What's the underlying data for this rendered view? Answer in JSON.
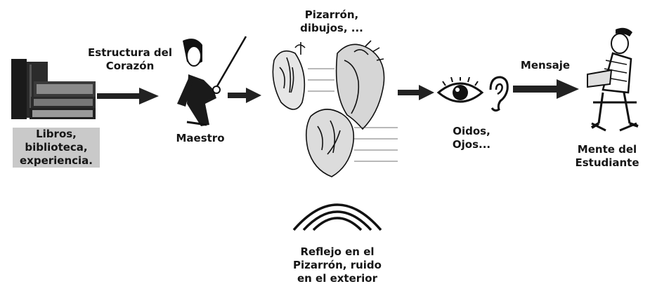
{
  "nodes": {
    "source": {
      "lines": [
        "Libros,",
        "biblioteca,",
        "experiencia."
      ]
    },
    "structure_label": {
      "lines": [
        "Estructura del",
        "Corazón"
      ]
    },
    "teacher": {
      "lines": [
        "Maestro"
      ]
    },
    "board_label": {
      "lines": [
        "Pizarrón,",
        "dibujos, ..."
      ]
    },
    "senses": {
      "lines": [
        "Oidos,",
        "Ojos..."
      ]
    },
    "message_label": {
      "lines": [
        "Mensaje"
      ]
    },
    "student": {
      "lines": [
        "Mente del",
        "Estudiante"
      ]
    },
    "noise": {
      "lines": [
        "Reflejo en el",
        "Pizarrón, ruido",
        "en el exterior"
      ]
    }
  },
  "icons": {
    "books": "books-icon",
    "teacher": "teacher-pointer-icon",
    "hearts": "heart-drawings-icon",
    "eye": "eye-icon",
    "ear": "ear-icon",
    "student": "student-desk-icon",
    "noise": "noise-waves-icon"
  },
  "colors": {
    "ink": "#151515",
    "label_shade": "#c9c9c9",
    "arrow": "#222222"
  }
}
